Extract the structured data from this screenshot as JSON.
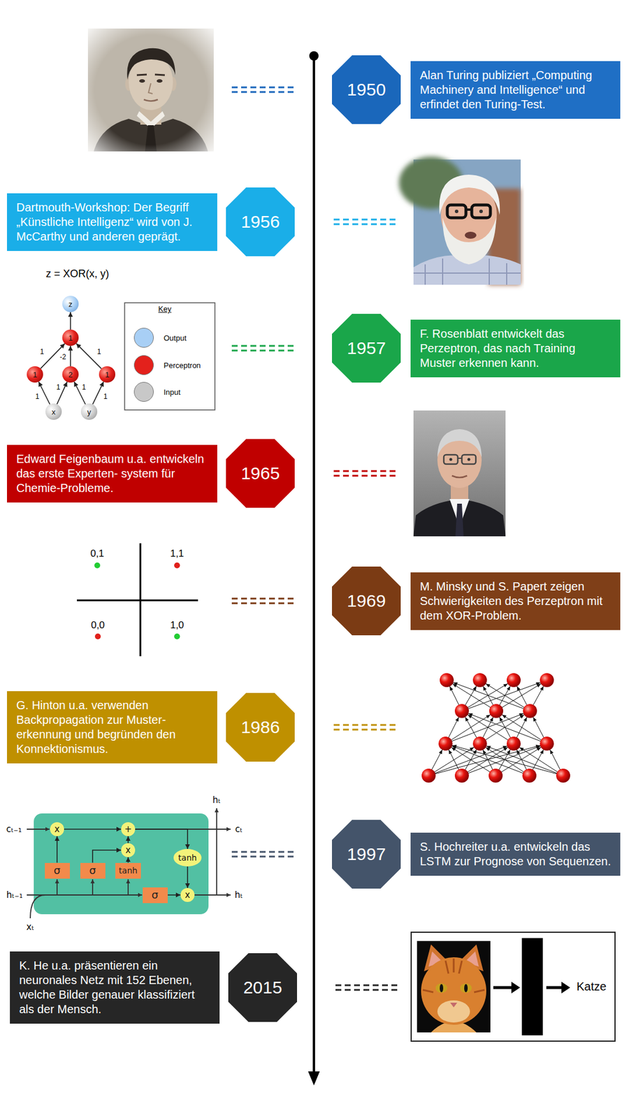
{
  "diagram": {
    "nodes": [
      {
        "text": [
          "1950"
        ]
      },
      {
        "text": [
          "Alan Turing publiziert „Computing Machinery and Intelligence“ und erfindet den Turing-Test."
        ]
      },
      {
        "text": [
          "Dartmouth-Workshop: Der Begriff „Künstliche Intelligenz“ wird von J. McCarthy und anderen geprägt."
        ]
      },
      {
        "text": [
          "1956"
        ]
      },
      {
        "text": [
          "z"
        ]
      },
      {
        "text": [
          "1"
        ]
      },
      {
        "text": [
          "1"
        ]
      },
      {
        "text": [
          "2"
        ]
      },
      {
        "text": [
          "1"
        ]
      },
      {
        "text": [
          "x"
        ]
      },
      {
        "text": [
          "y"
        ]
      },
      {
        "text": [
          "1957"
        ]
      },
      {
        "text": [
          "F. Rosenblatt entwickelt das Perzeptron, das nach Training Muster erkennen kann."
        ]
      },
      {
        "text": [
          "Edward Feigenbaum u.a. entwickeln das erste Experten- system für Chemie-Probleme."
        ]
      },
      {
        "text": [
          "1965"
        ]
      },
      {
        "text": [
          "1969"
        ]
      },
      {
        "text": [
          "M. Minsky und S. Papert zeigen Schwierigkeiten des Perzeptron mit dem XOR-Problem."
        ]
      },
      {
        "text": [
          "G. Hinton u.a. verwenden Backpropagation zur Muster- erkennung und begründen den Konnektionismus."
        ]
      },
      {
        "text": [
          "1986"
        ]
      },
      {
        "text": [
          "x"
        ]
      },
      {
        "text": [
          "+"
        ]
      },
      {
        "text": [
          "x"
        ]
      },
      {
        "text": [
          "tanh"
        ]
      },
      {
        "text": [
          "σ"
        ]
      },
      {
        "text": [
          "σ"
        ]
      },
      {
        "text": [
          "tanh"
        ]
      },
      {
        "text": [
          "σ"
        ]
      },
      {
        "text": [
          "x"
        ]
      },
      {
        "text": [
          "1997"
        ]
      },
      {
        "text": [
          "S. Hochreiter u.a. entwickeln das LSTM zur Prognose von Sequenzen."
        ]
      },
      {
        "text": [
          "K. He u.a. präsentieren ein neuronales Netz mit 152 Ebenen, welche Bilder genauer klassifiziert als der Mensch."
        ]
      },
      {
        "text": [
          "2015"
        ]
      },
      {
        "text": [
          "Katze"
        ]
      }
    ],
    "edges": [
      {
        "from": 9,
        "to": 6,
        "arrow": "to",
        "label": "1"
      },
      {
        "from": 9,
        "to": 7,
        "arrow": "to",
        "label": "1"
      },
      {
        "from": 10,
        "to": 7,
        "arrow": "to",
        "label": "1"
      },
      {
        "from": 10,
        "to": 8,
        "arrow": "to",
        "label": "1"
      },
      {
        "from": 6,
        "to": 5,
        "arrow": "to",
        "label": "1"
      },
      {
        "from": 7,
        "to": 5,
        "arrow": "to",
        "label": "-2"
      },
      {
        "from": 8,
        "to": 5,
        "arrow": "to",
        "label": "1"
      },
      {
        "from": 5,
        "to": 4,
        "arrow": "to"
      },
      {
        "from": 23,
        "to": 19,
        "arrow": "to"
      },
      {
        "from": 24,
        "to": 21,
        "arrow": "to"
      },
      {
        "from": 25,
        "to": 21,
        "arrow": "to"
      },
      {
        "from": 21,
        "to": 20,
        "arrow": "to"
      },
      {
        "from": 19,
        "to": 20,
        "arrow": "to"
      },
      {
        "from": 20,
        "to": 22,
        "arrow": "to"
      },
      {
        "from": 22,
        "to": 27,
        "arrow": "to"
      },
      {
        "from": 26,
        "to": 27,
        "arrow": "to"
      }
    ],
    "labels": [
      "z = XOR(x, y)",
      "Key",
      "0,1",
      "1,1",
      "0,0",
      "1,0",
      "hₜ",
      "cₜ₋₁",
      "cₜ",
      "hₜ₋₁",
      "hₜ",
      "xₜ"
    ],
    "legend": [
      {
        "text": "Output",
        "color": "#a8cff5"
      },
      {
        "text": "Perceptron",
        "color": "#e3211c"
      },
      {
        "text": "Input",
        "color": "#c8c8c8"
      }
    ]
  }
}
